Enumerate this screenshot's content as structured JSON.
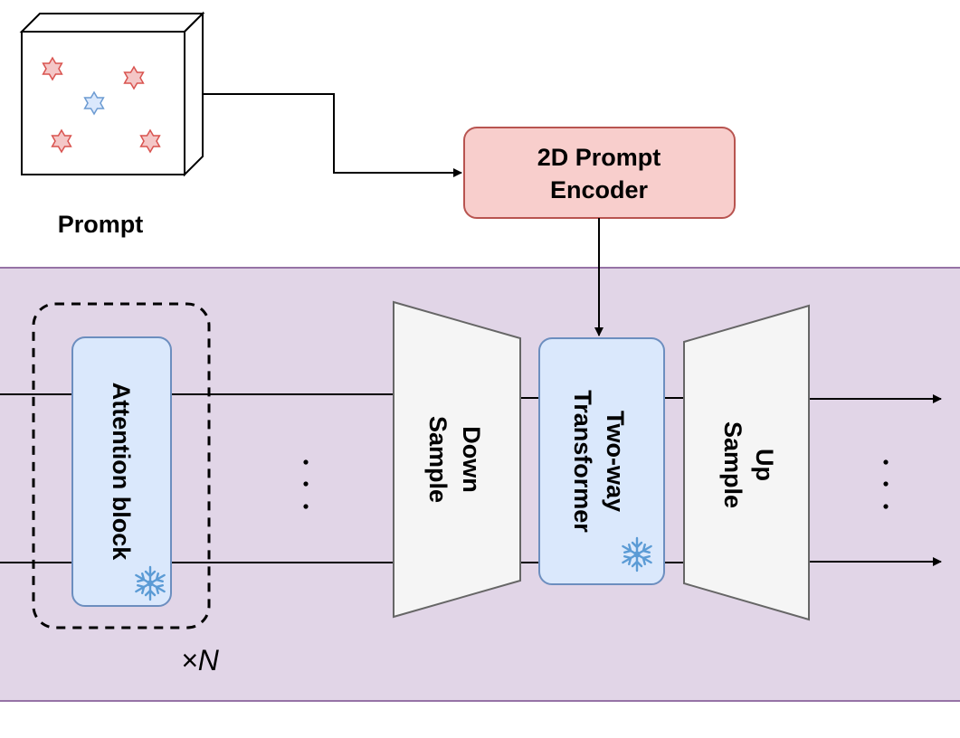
{
  "prompt": {
    "label": "Prompt",
    "star_colors": {
      "positive": "#e06a6a",
      "negative": "#6c9bd2"
    }
  },
  "prompt_encoder": {
    "line1": "2D Prompt",
    "line2": "Encoder",
    "fill": "#f8cecc",
    "stroke": "#b85450"
  },
  "panel": {
    "fill": "#e1d5e7",
    "stroke": "#9673a6"
  },
  "attention_block": {
    "label": "Attention block",
    "repeat": "×N",
    "icon": "snowflake-icon"
  },
  "down_sample": {
    "line1": "Down",
    "line2": "Sample"
  },
  "two_way_transformer": {
    "line1": "Two-way",
    "line2": "Transformer",
    "icon": "snowflake-icon"
  },
  "up_sample": {
    "line1": "Up",
    "line2": "Sample"
  },
  "ellipsis": "· · ·",
  "colors": {
    "block_fill": "#dae8fc",
    "block_stroke": "#6c8ebf",
    "trap_fill": "#f5f5f5",
    "trap_stroke": "#666666",
    "snowflake": "#5b9bd5"
  }
}
